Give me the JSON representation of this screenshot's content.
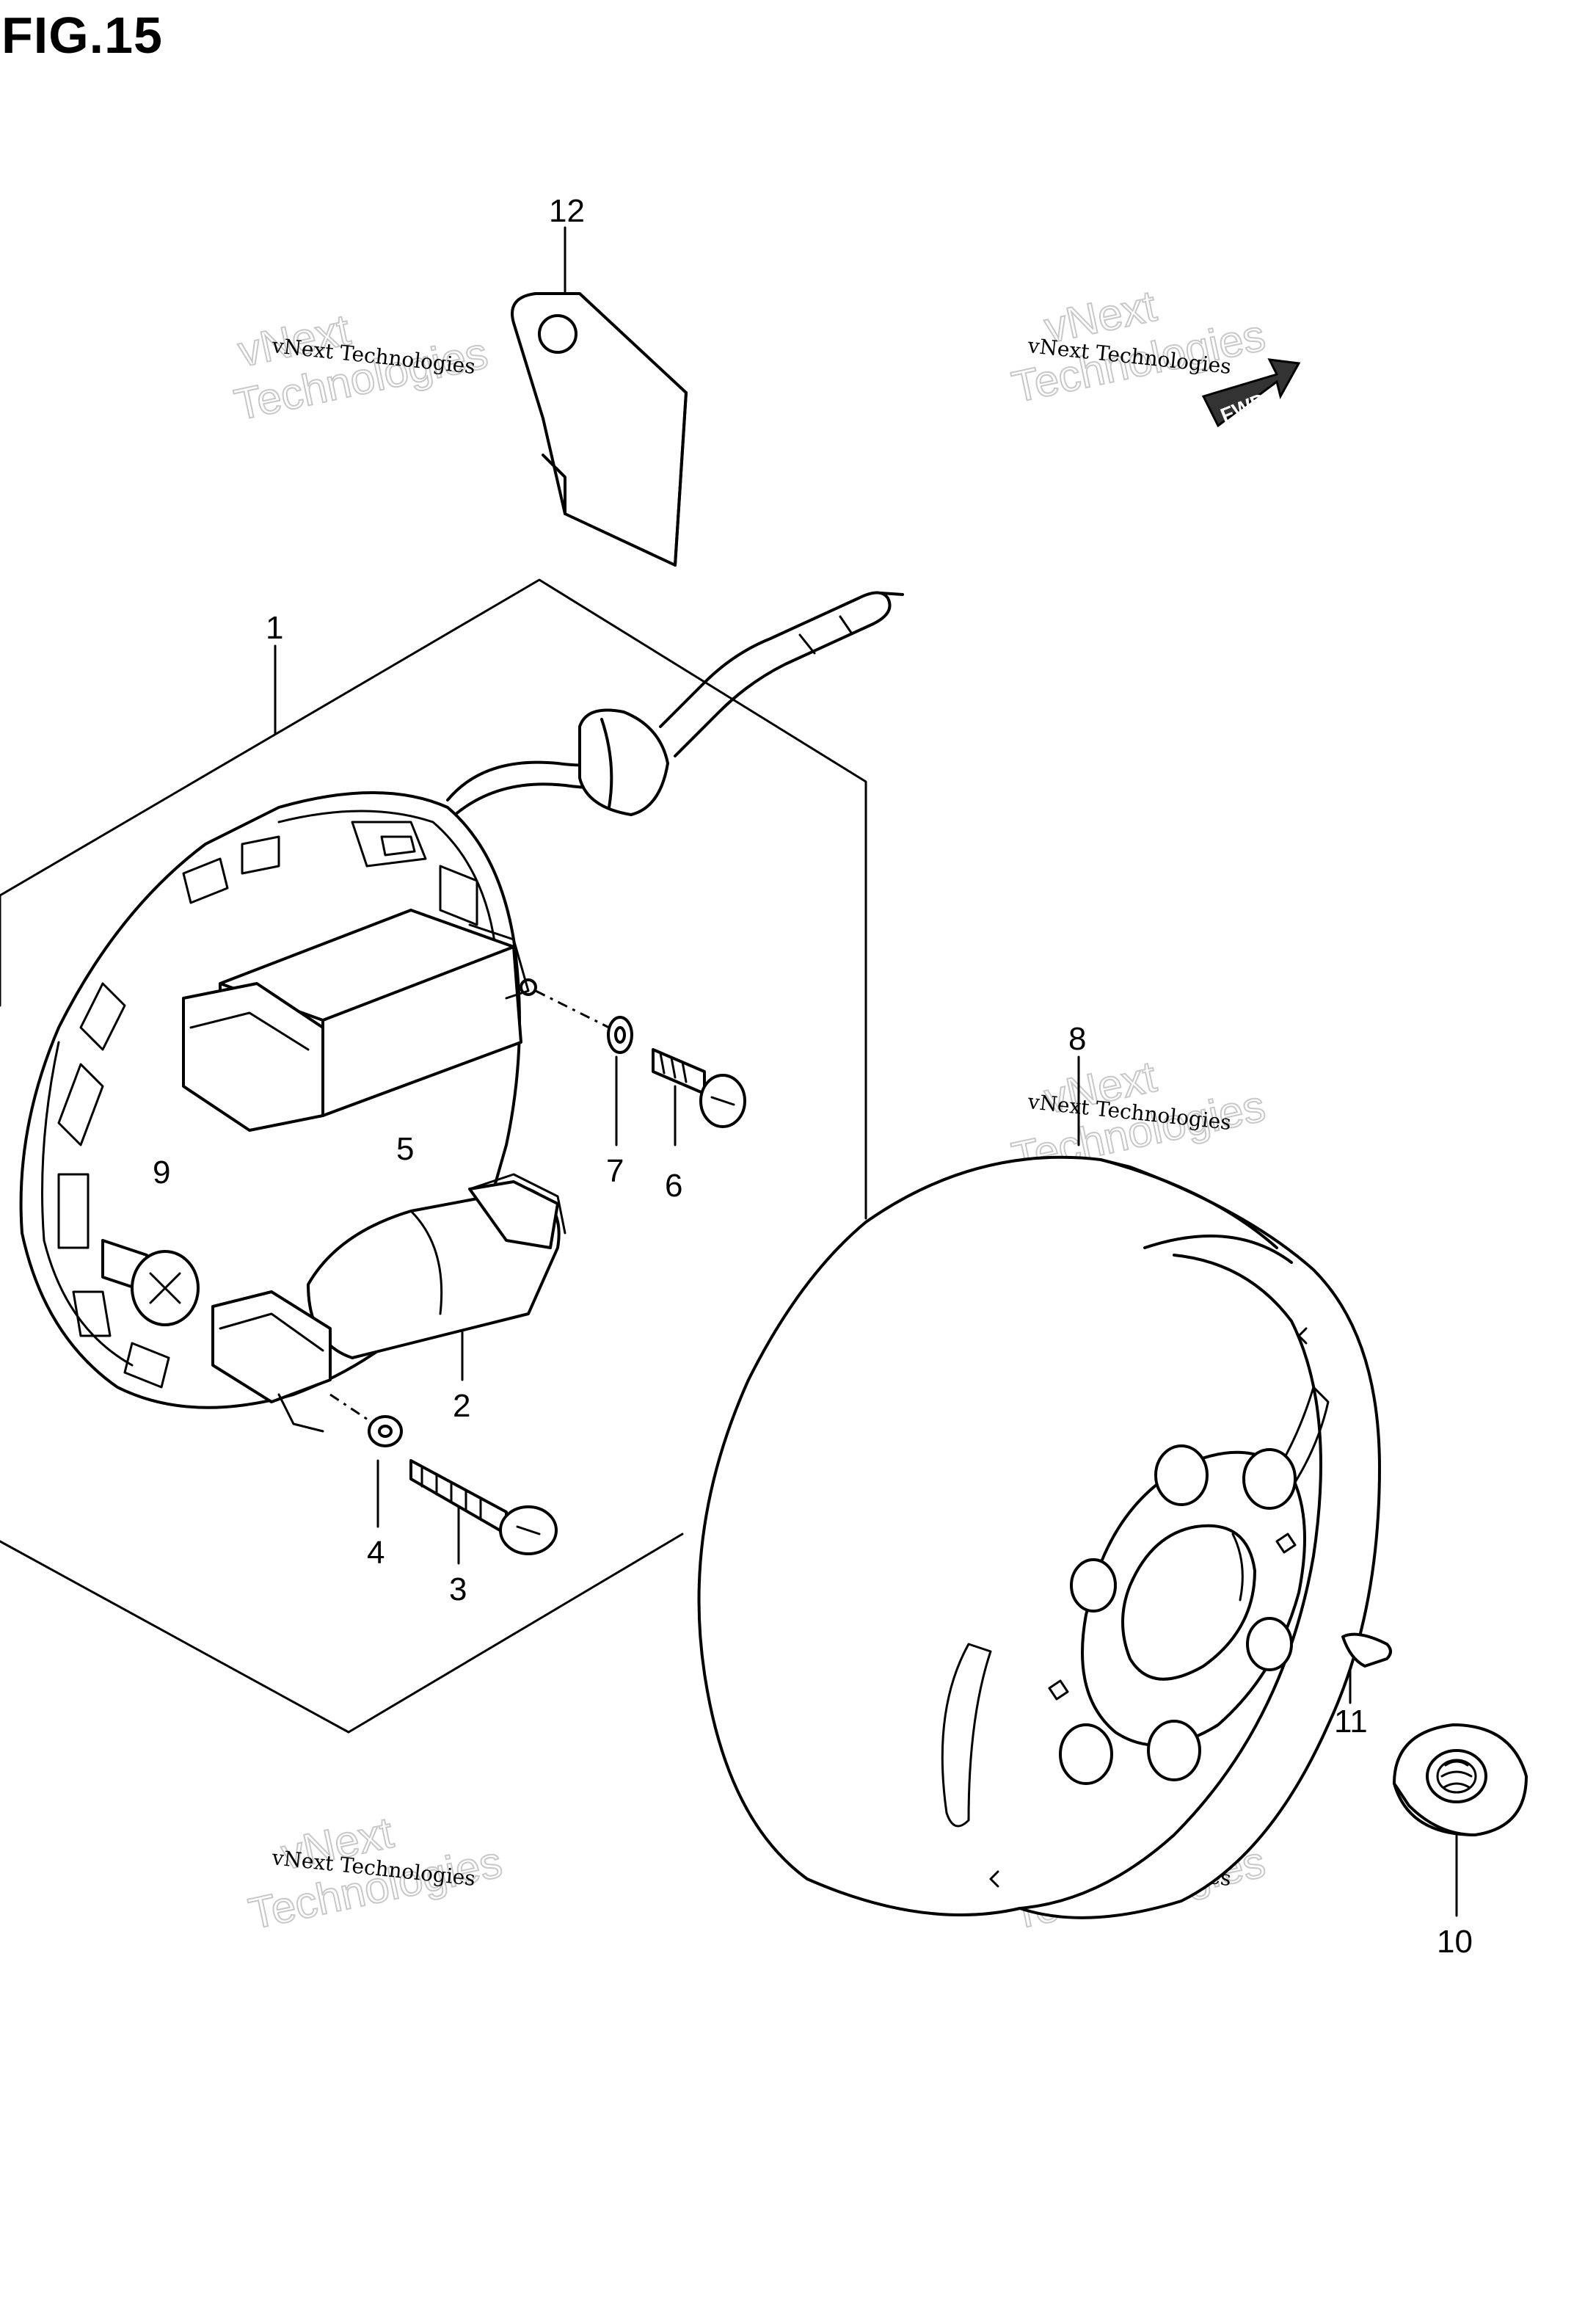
{
  "figure_title": "FIG.15",
  "direction_badge": "FWD",
  "watermark": {
    "brand": "vNext Technologies",
    "brand_large": "vNext",
    "word_large": "Technologies"
  },
  "callouts": {
    "c1": "1",
    "c2": "2",
    "c3": "3",
    "c4": "4",
    "c5": "5",
    "c6": "6",
    "c7": "7",
    "c8": "8",
    "c9": "9",
    "c10": "10",
    "c11": "11",
    "c12": "12"
  }
}
